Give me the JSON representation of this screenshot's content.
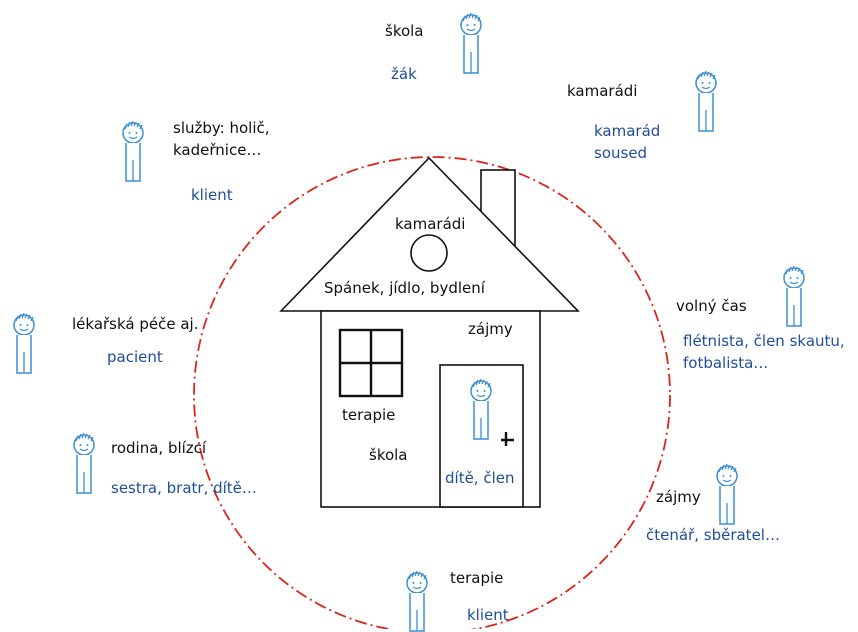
{
  "colors": {
    "role": "#1f4e9c",
    "text": "#111111",
    "circle": "#d9261c",
    "figure": "#3a8fd6"
  },
  "house": {
    "roof_center": "kamarádi",
    "roof_bottom": "Spánek, jídlo, bydlení",
    "wall_interests": "zájmy",
    "wall_therapy": "terapie",
    "wall_school": "škola",
    "door_role": "dítě, člen"
  },
  "groups": [
    {
      "id": "school",
      "setting": "škola",
      "role": "žák"
    },
    {
      "id": "friends",
      "setting": "kamarádi",
      "role": "kamarád\nsoused"
    },
    {
      "id": "services",
      "setting": "služby: holič,\nkadeřnice…",
      "role": "klient"
    },
    {
      "id": "medical",
      "setting": "lékařská péče aj.",
      "role": "pacient"
    },
    {
      "id": "family",
      "setting": "rodina, blízcí",
      "role": "sestra, bratr, dítě…"
    },
    {
      "id": "leisure",
      "setting": "volný čas",
      "role": "flétnista, člen skautu,\nfotbalista…"
    },
    {
      "id": "interests",
      "setting": "zájmy",
      "role": "čtenář, sběratel…"
    },
    {
      "id": "therapy",
      "setting": "terapie",
      "role": "klient"
    }
  ]
}
